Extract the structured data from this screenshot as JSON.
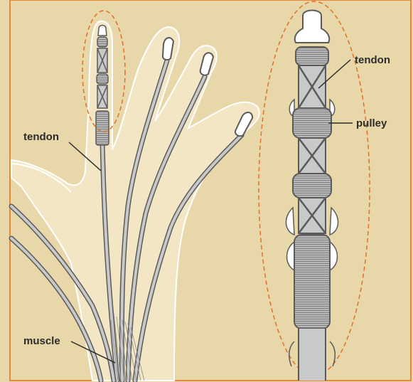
{
  "labels": {
    "tendon_left": "tendon",
    "muscle": "muscle",
    "tendon_right": "tendon",
    "pulley": "pulley"
  },
  "colors": {
    "background": "#e8d7a8",
    "frame": "#e58a3a",
    "hand_fill": "#f2e6c4",
    "hand_outline": "#ffffff",
    "tendon_fill": "#c9c9c9",
    "tendon_stroke": "#5a5a5a",
    "highlight_ellipse": "#e0702a"
  }
}
